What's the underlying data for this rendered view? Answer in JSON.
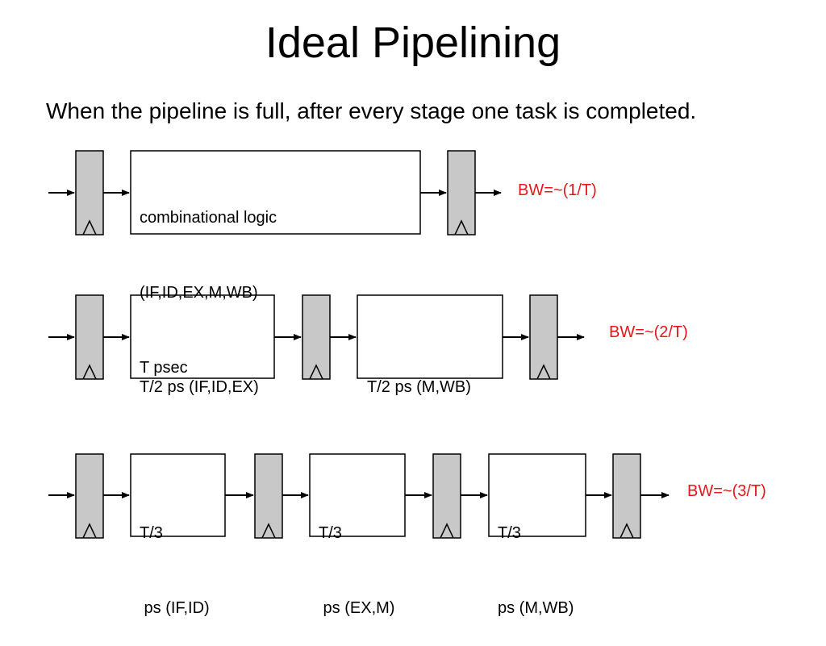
{
  "slide": {
    "title": "Ideal Pipelining",
    "subtitle": "When the pipeline is full, after every stage one task is completed."
  },
  "diagram": {
    "row1": {
      "stage1": [
        "combinational logic",
        "(IF,ID,EX,M,WB)",
        "T psec"
      ],
      "bandwidth": "BW=~(1/T)"
    },
    "row2": {
      "stage1": [
        "T/2 ps (IF,ID,EX)"
      ],
      "stage2": [
        "T/2 ps (M,WB)"
      ],
      "bandwidth": "BW=~(2/T)"
    },
    "row3": {
      "stage1": [
        "T/3",
        " ps (IF,ID)"
      ],
      "stage2": [
        "T/3",
        " ps (EX,M)"
      ],
      "stage3": [
        "T/3",
        "ps (M,WB)"
      ],
      "bandwidth": "BW=~(3/T)"
    }
  },
  "colors": {
    "register_fill": "#c8c8c8",
    "bandwidth_text": "#e8161a"
  }
}
